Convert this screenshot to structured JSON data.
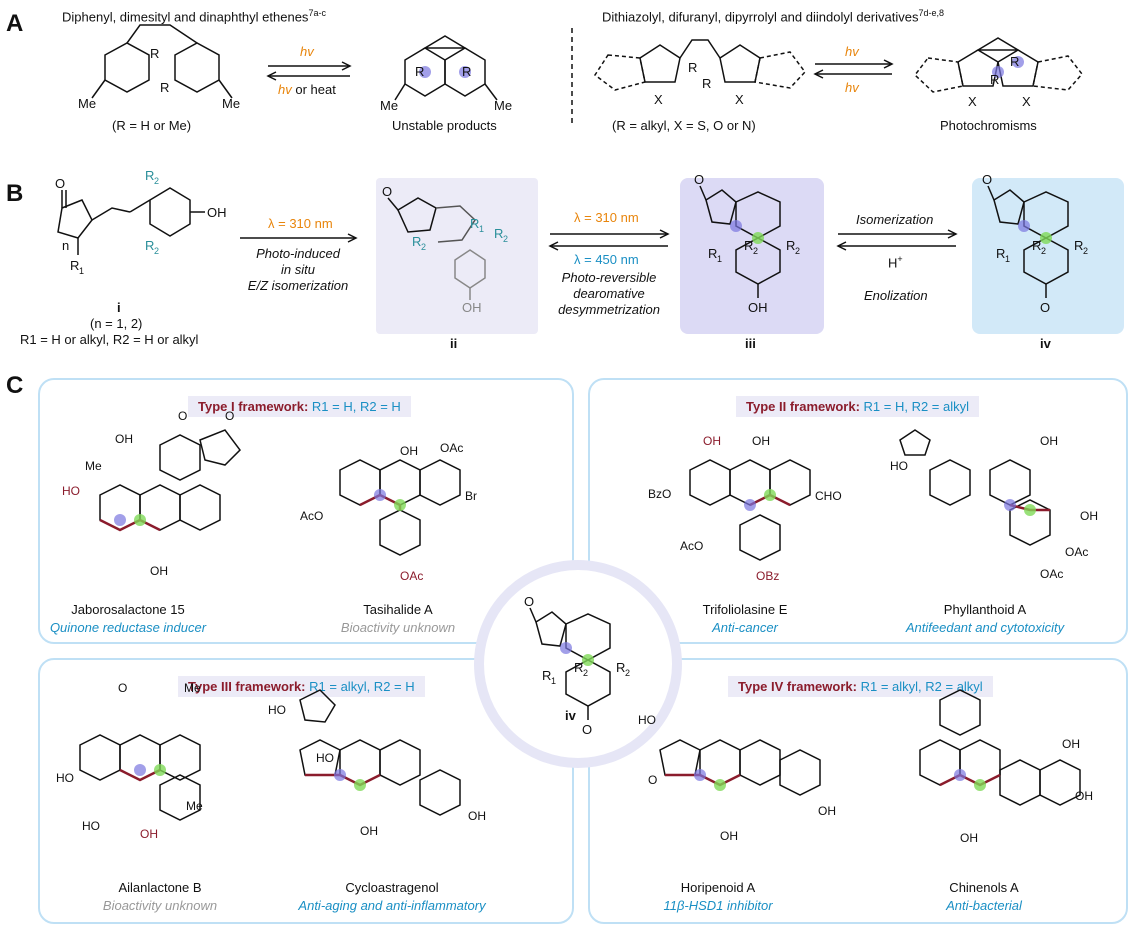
{
  "panelA": {
    "letter": "A",
    "left_title": "Diphenyl, dimesityl and dinaphthyl ethenes",
    "left_title_sup": "7a-c",
    "right_title": "Dithiazolyl, difuranyl, dipyrrolyl and diindolyl derivatives",
    "right_title_sup": "7d-e,8",
    "fwd_label": "hv",
    "back_label_hv": "hv",
    "back_label_rest": " or heat",
    "left_sub": "(R = H or Me)",
    "left_product": "Unstable products",
    "right_fwd": "hv",
    "right_back": "hv",
    "right_sub": "(R = alkyl, X = S, O or N)",
    "right_product": "Photochromisms"
  },
  "panelB": {
    "letter": "B",
    "step1_lambda": "λ = 310 nm",
    "step1_desc": [
      "Photo-induced",
      "in situ",
      "E/Z isomerization"
    ],
    "step2_fwd": "λ = 310 nm",
    "step2_back": "λ = 450 nm",
    "step2_desc": [
      "Photo-reversible",
      "dearomative",
      "desymmetrization"
    ],
    "step3_fwd": "Isomerization",
    "step3_back": "H",
    "step3_back_sup": "+",
    "step3_desc": "Enolization",
    "cmpd_i": "i",
    "cmpd_i_n": "(n = 1, 2)",
    "cmpd_i_r": "R1 = H or alkyl,  R2 = H or  alkyl",
    "cmpd_ii": "ii",
    "cmpd_iii": "iii",
    "cmpd_iv": "iv"
  },
  "panelC": {
    "letter": "C",
    "center_label": "iv",
    "frameworks": [
      {
        "title": "Type I framework:",
        "values": "R1 = H, R2 = H",
        "compounds": [
          {
            "name": "Jaborosalactone 15",
            "activity": "Quinone reductase inducer",
            "activity_color": "#1a8fc4"
          },
          {
            "name": "Tasihalide A",
            "activity": "Bioactivity unknown",
            "activity_color": "#999999"
          }
        ]
      },
      {
        "title": "Type II framework:",
        "values": "R1 = H, R2 = alkyl",
        "compounds": [
          {
            "name": "Trifoliolasine E",
            "activity": "Anti-cancer",
            "activity_color": "#1a8fc4"
          },
          {
            "name": "Phyllanthoid A",
            "activity": "Antifeedant and cytotoxicity",
            "activity_color": "#1a8fc4"
          }
        ]
      },
      {
        "title": "Type III framework:",
        "values": "R1 = alkyl, R2 = H",
        "compounds": [
          {
            "name": "Ailanlactone B",
            "activity": "Bioactivity unknown",
            "activity_color": "#999999"
          },
          {
            "name": "Cycloastragenol",
            "activity": "Anti-aging and anti-inflammatory",
            "activity_color": "#1a8fc4"
          }
        ]
      },
      {
        "title": "Type IV framework:",
        "values": "R1 = alkyl, R2 = alkyl",
        "compounds": [
          {
            "name": "Horipenoid A",
            "activity": "11β-HSD1 inhibitor",
            "activity_color": "#1a8fc4"
          },
          {
            "name": "Chinenols A",
            "activity": "Anti-bacterial",
            "activity_color": "#1a8fc4"
          }
        ]
      }
    ]
  },
  "colors": {
    "accent_orange": "#e8850c",
    "accent_blue": "#1a8fc4",
    "framework_red": "#8b1c2c",
    "box_border": "#bfe0f5",
    "highlight_purple": "#ddddf5",
    "highlight_blue": "#d6ecf8",
    "dot_purple": "#7b76e0",
    "dot_green": "#7fd957"
  }
}
